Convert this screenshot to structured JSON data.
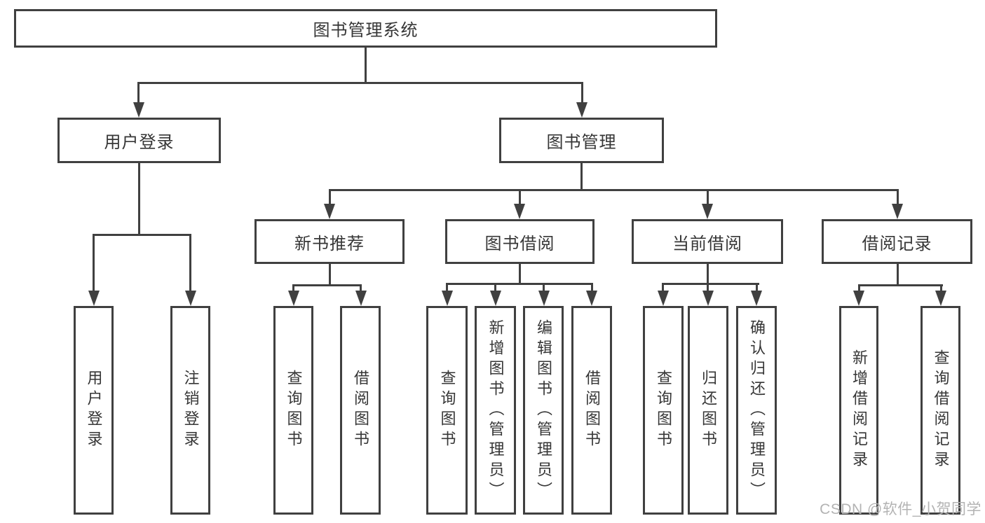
{
  "diagram_title": "图书管理系统",
  "tree": {
    "label": "图书管理系统",
    "children": [
      {
        "label": "用户登录",
        "children": [
          {
            "label": "用户登录"
          },
          {
            "label": "注销登录"
          }
        ]
      },
      {
        "label": "图书管理",
        "children": [
          {
            "label": "新书推荐",
            "children": [
              {
                "label": "查询图书"
              },
              {
                "label": "借阅图书"
              }
            ]
          },
          {
            "label": "图书借阅",
            "children": [
              {
                "label": "查询图书"
              },
              {
                "label": "新增图书（管理员）"
              },
              {
                "label": "编辑图书（管理员）"
              },
              {
                "label": "借阅图书"
              }
            ]
          },
          {
            "label": "当前借阅",
            "children": [
              {
                "label": "查询图书"
              },
              {
                "label": "归还图书"
              },
              {
                "label": "确认归还（管理员）"
              }
            ]
          },
          {
            "label": "借阅记录",
            "children": [
              {
                "label": "新增借阅记录"
              },
              {
                "label": "查询借阅记录"
              }
            ]
          }
        ]
      }
    ]
  },
  "watermark": {
    "text": "CSDN @软件_小贺同学"
  },
  "colors": {
    "line": "#404040",
    "node_border": "#404040",
    "node_text": "#363636",
    "background": "#ffffff",
    "watermark_text": "#b3b3b3"
  }
}
